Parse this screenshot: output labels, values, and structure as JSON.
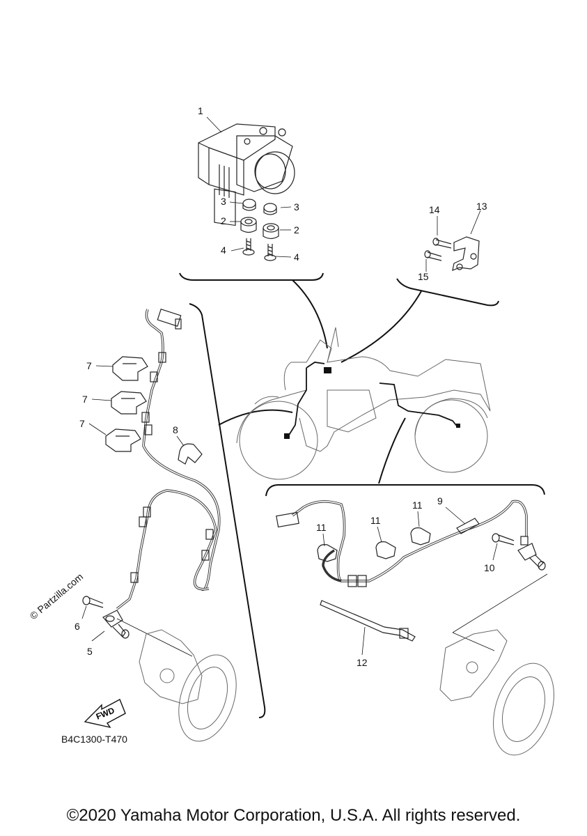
{
  "diagram": {
    "code": "B4C1300-T470",
    "watermark": "© Partzilla.com",
    "direction_tag": "FWD",
    "copyright": "©2020 Yamaha Motor Corporation, U.S.A. All rights reserved.",
    "callouts": {
      "c1": "1",
      "c2a": "2",
      "c2b": "2",
      "c3a": "3",
      "c3b": "3",
      "c4a": "4",
      "c4b": "4",
      "c5": "5",
      "c6": "6",
      "c7a": "7",
      "c7b": "7",
      "c7c": "7",
      "c8": "8",
      "c9": "9",
      "c10": "10",
      "c11a": "11",
      "c11b": "11",
      "c11c": "11",
      "c12": "12",
      "c13": "13",
      "c14": "14",
      "c15": "15"
    }
  }
}
